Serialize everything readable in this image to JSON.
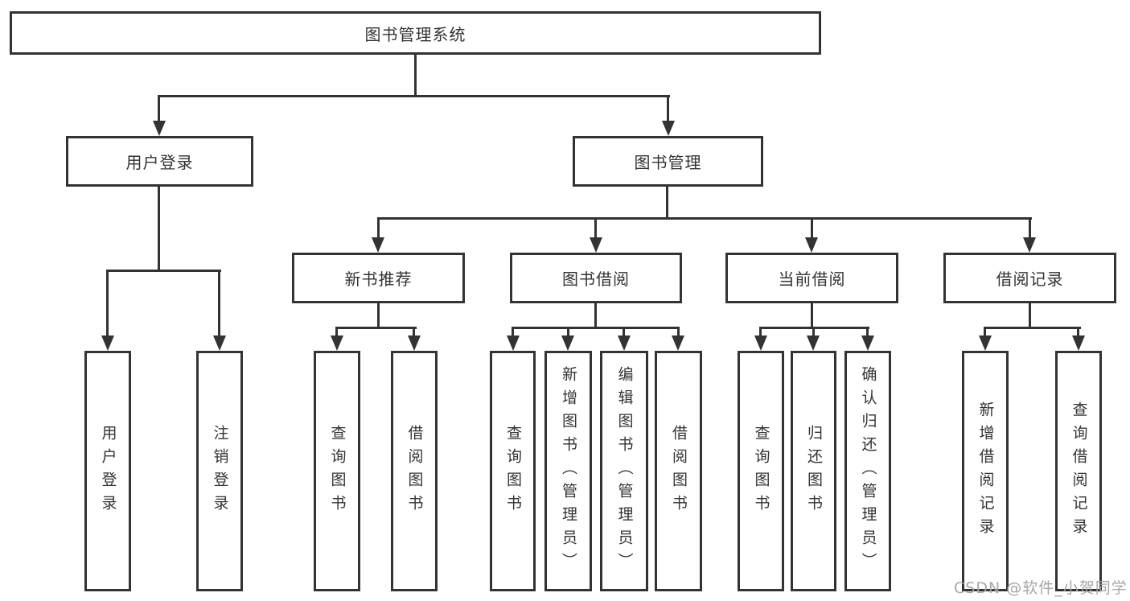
{
  "tree": {
    "root": {
      "label": "图书管理系统",
      "children": [
        {
          "label": "用户登录",
          "children": [
            {
              "label": "用户登录"
            },
            {
              "label": "注销登录"
            }
          ]
        },
        {
          "label": "图书管理",
          "children": [
            {
              "label": "新书推荐",
              "children": [
                {
                  "label": "查询图书"
                },
                {
                  "label": "借阅图书"
                }
              ]
            },
            {
              "label": "图书借阅",
              "children": [
                {
                  "label": "查询图书"
                },
                {
                  "label": "新增图书（管理员）"
                },
                {
                  "label": "编辑图书（管理员）"
                },
                {
                  "label": "借阅图书"
                }
              ]
            },
            {
              "label": "当前借阅",
              "children": [
                {
                  "label": "查询图书"
                },
                {
                  "label": "归还图书"
                },
                {
                  "label": "确认归还（管理员）"
                }
              ]
            },
            {
              "label": "借阅记录",
              "children": [
                {
                  "label": "新增借阅记录"
                },
                {
                  "label": "查询借阅记录"
                }
              ]
            }
          ]
        }
      ]
    }
  },
  "colors": {
    "line": "#333333",
    "box_fill": "#ffffff",
    "text": "#333333",
    "watermark": "#a6a6a6"
  },
  "watermark": {
    "text": "CSDN @软件_小贺同学"
  }
}
